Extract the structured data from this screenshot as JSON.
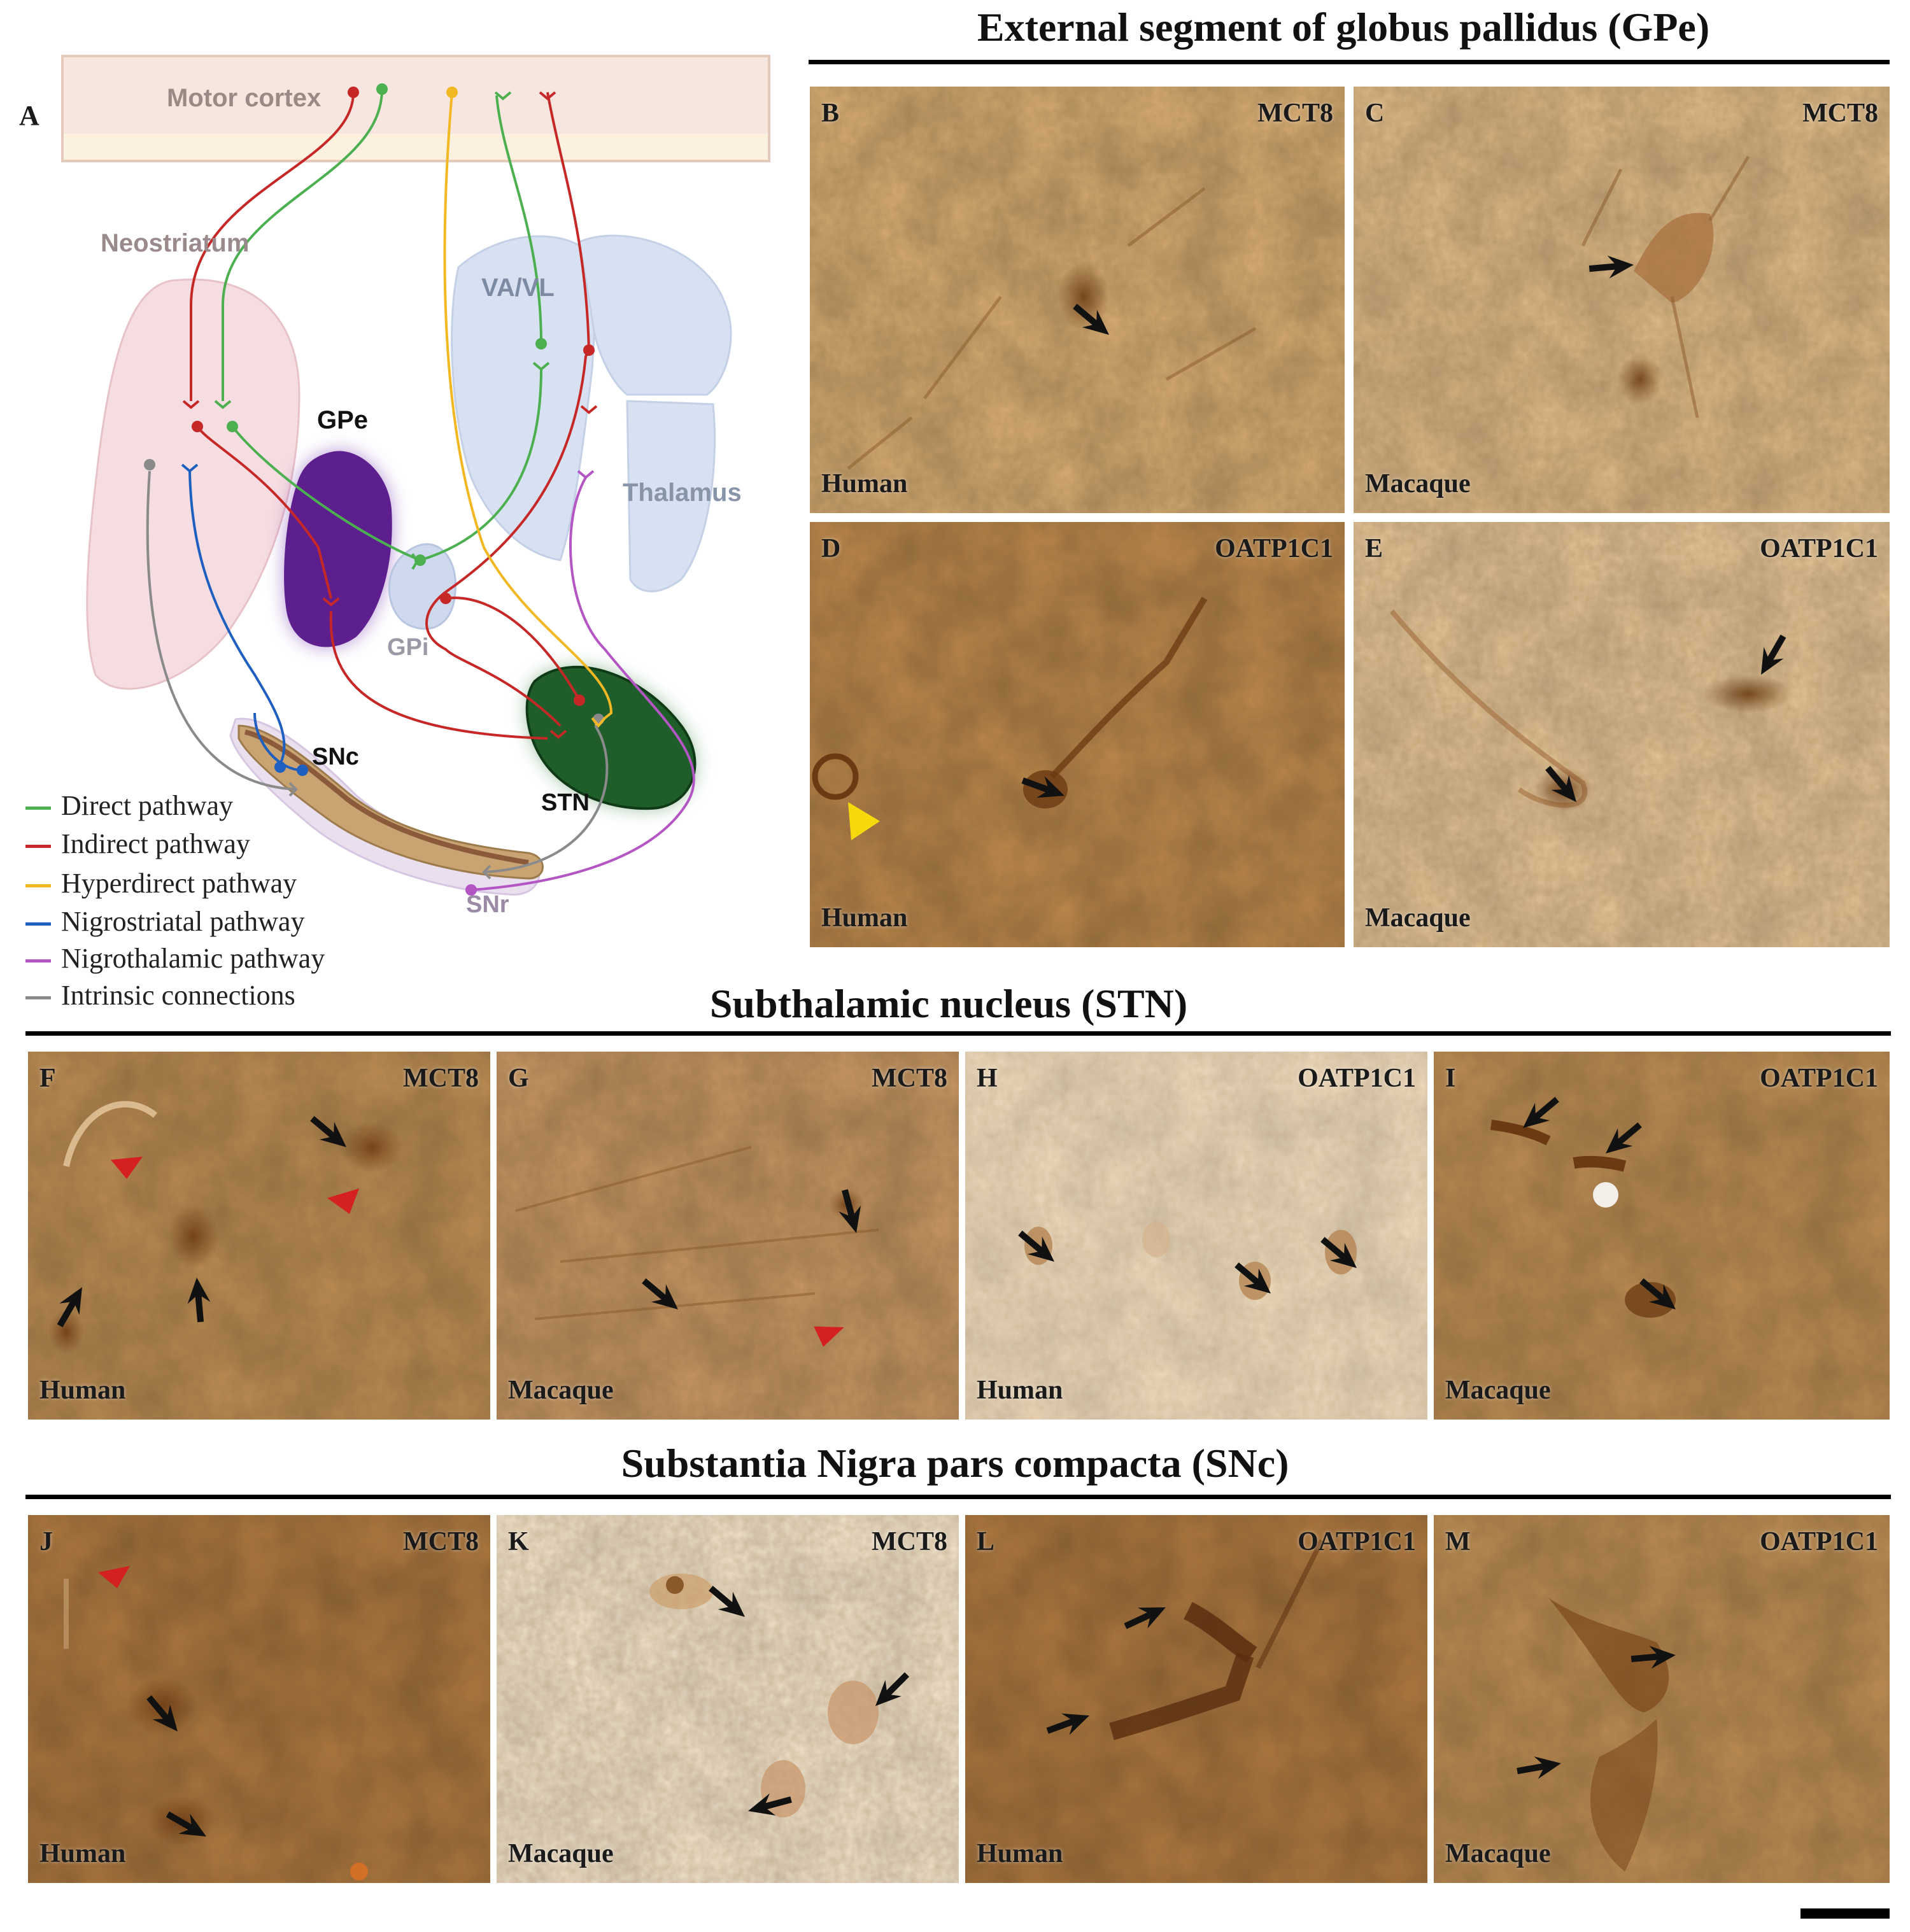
{
  "panel_a": {
    "letter": "A",
    "regions": {
      "motor_cortex": "Motor cortex",
      "neostriatum": "Neostriatum",
      "va_vl": "VA/VL",
      "thalamus": "Thalamus",
      "gpe": "GPe",
      "gpi": "GPi",
      "snc": "SNc",
      "stn": "STN",
      "snr": "SNr"
    },
    "legend": [
      {
        "label": "Direct pathway",
        "color": "#4caf50"
      },
      {
        "label": "Indirect pathway",
        "color": "#c62828"
      },
      {
        "label": "Hyperdirect pathway",
        "color": "#f2b824"
      },
      {
        "label": "Nigrostriatal pathway",
        "color": "#1f5fbf"
      },
      {
        "label": "Nigrothalamic pathway",
        "color": "#b455c4"
      },
      {
        "label": "Intrinsic connections",
        "color": "#8a8a8a"
      }
    ]
  },
  "sections": {
    "gpe": "External segment of globus pallidus (GPe)",
    "stn": "Subthalamic nucleus (STN)",
    "snc": "Substantia Nigra pars compacta (SNc)"
  },
  "panels": [
    {
      "letter": "B",
      "marker": "MCT8",
      "species": "Human"
    },
    {
      "letter": "C",
      "marker": "MCT8",
      "species": "Macaque"
    },
    {
      "letter": "D",
      "marker": "OATP1C1",
      "species": "Human"
    },
    {
      "letter": "E",
      "marker": "OATP1C1",
      "species": "Macaque"
    },
    {
      "letter": "F",
      "marker": "MCT8",
      "species": "Human"
    },
    {
      "letter": "G",
      "marker": "MCT8",
      "species": "Macaque"
    },
    {
      "letter": "H",
      "marker": "OATP1C1",
      "species": "Human"
    },
    {
      "letter": "I",
      "marker": "OATP1C1",
      "species": "Macaque"
    },
    {
      "letter": "J",
      "marker": "MCT8",
      "species": "Human"
    },
    {
      "letter": "K",
      "marker": "MCT8",
      "species": "Macaque"
    },
    {
      "letter": "L",
      "marker": "OATP1C1",
      "species": "Human"
    },
    {
      "letter": "M",
      "marker": "OATP1C1",
      "species": "Macaque"
    }
  ],
  "colors": {
    "gpe_fill": "#5e1f8e",
    "stn_fill": "#1f5e2a",
    "arrow": "#111111",
    "arrowhead_red": "#d42020",
    "arrowhead_yellow": "#f5d90a"
  }
}
